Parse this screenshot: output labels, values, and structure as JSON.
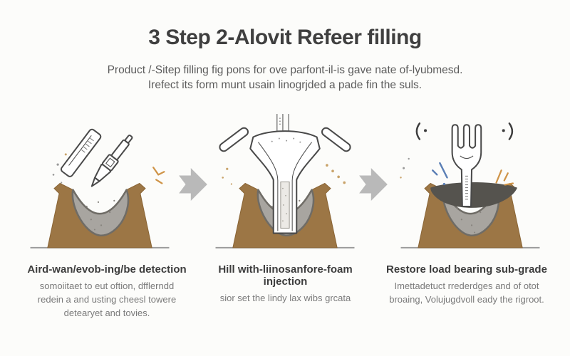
{
  "header": {
    "title": "3 Step 2-Alovit Refeer filling",
    "subtitle_line1": "Product /-Sitep filling fig pons for ove parfont-il-is gave nate of-lyubmesd.",
    "subtitle_line2": "Irefect its form munt usain linogrjded a pade fin the suls."
  },
  "steps": [
    {
      "heading": "Aird-wan/evob-ing/be detection",
      "body": "somoiitaet to eut oftion, dfflerndd redein a and usting cheesl towere detearyet and tovies.",
      "illustration": "probe-pen-and-gauge-detecting-void-in-soil"
    },
    {
      "heading": "Hill with-liinosanfore-foam injection",
      "body": "sior set the lindy lax wibs grcata",
      "illustration": "y-funnel-foam-injection-into-void"
    },
    {
      "heading": "Restore load bearing sub-grade",
      "body": "Imettadetuct rrederdges and of otot broaing, Volujugdvoll eady the rigroot.",
      "illustration": "fork-tool-over-restored-dark-cap"
    }
  ],
  "icons": {
    "arrow_1": "step-arrow-right",
    "arrow_2": "step-arrow-right"
  },
  "colors": {
    "background": "#fcfcfa",
    "title_text": "#3f3f3f",
    "subtitle_text": "#5c5c5c",
    "heading_text": "#3d3d3d",
    "body_text": "#7a7a7a",
    "soil_brown": "#9c7645",
    "void_gray": "#a8a5a0",
    "void_outline": "#6f6c66",
    "cap_dark": "#55534e",
    "arrow_gray": "#b9b9b9",
    "accent_orange": "#cf9448",
    "accent_blue": "#5b7fb5",
    "outline_dark": "#4a4a4a",
    "ground_line": "#9b9b9b"
  }
}
